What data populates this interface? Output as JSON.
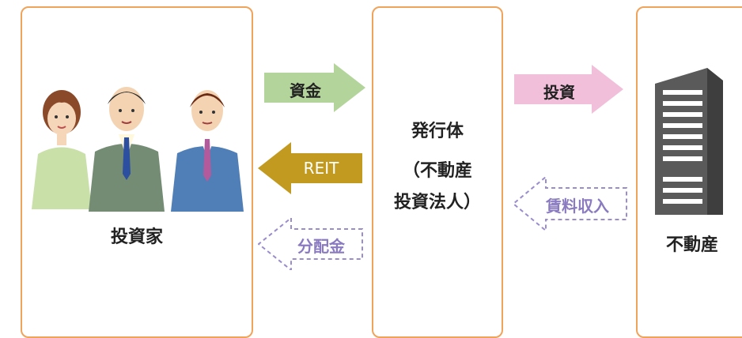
{
  "investor": {
    "label": "投資家"
  },
  "issuer": {
    "line1": "発行体",
    "line2": "（不動産",
    "line3": "投資法人）"
  },
  "property": {
    "label": "不動産"
  },
  "arrows": {
    "capital": {
      "label": "資金",
      "color": "#b3d49a"
    },
    "reit": {
      "label": "REIT",
      "color": "#c19a1f"
    },
    "dividend": {
      "label": "分配金",
      "color": "#9b8ccc"
    },
    "invest": {
      "label": "投資",
      "color": "#f1bfd9"
    },
    "rent": {
      "label": "賃料収入",
      "color": "#9b8ccc"
    }
  },
  "icons": [
    "investor-people-icon",
    "building-icon"
  ]
}
